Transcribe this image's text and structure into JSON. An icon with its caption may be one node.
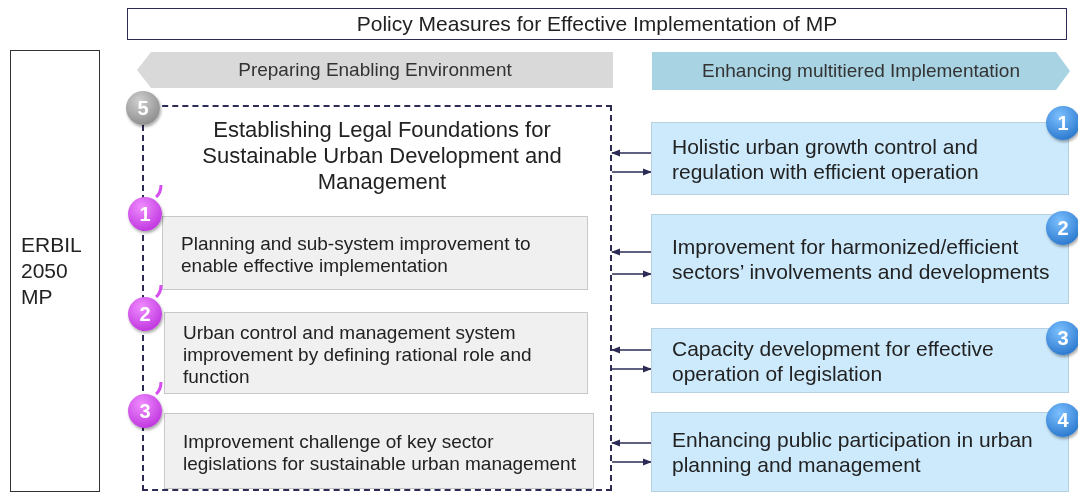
{
  "diagram": {
    "title": "Policy Measures for Effective Implementation of MP",
    "nodes": [
      {
        "text": [
          "ERBIL 2050 MP"
        ]
      },
      {
        "text": [
          "Preparing Enabling Environment"
        ]
      },
      {
        "text": [
          "Enhancing multitiered Implementation"
        ]
      },
      {
        "text": [
          "5"
        ]
      },
      {
        "text": [
          "Establishing Legal Foundations for Sustainable Urban Development and Management"
        ]
      },
      {
        "text": [
          "1"
        ]
      },
      {
        "text": [
          "Planning and sub-system improvement to enable effective implementation"
        ],
        "in": 4
      },
      {
        "text": [
          "2"
        ]
      },
      {
        "text": [
          "Urban control and management system improvement by defining rational role and function"
        ],
        "in": 4
      },
      {
        "text": [
          "3"
        ]
      },
      {
        "text": [
          "Improvement challenge of key sector legislations for sustainable urban management"
        ],
        "in": 4
      },
      {
        "text": [
          "Holistic urban growth control and regulation with efficient operation"
        ]
      },
      {
        "text": [
          "1"
        ]
      },
      {
        "text": [
          "Improvement for harmonized/efficient sectors’ involvements and developments"
        ]
      },
      {
        "text": [
          "2"
        ]
      },
      {
        "text": [
          "Capacity development for effective operation of legislation"
        ]
      },
      {
        "text": [
          "3"
        ]
      },
      {
        "text": [
          "Enhancing public participation in urban planning and management"
        ]
      },
      {
        "text": [
          "4"
        ]
      }
    ],
    "edges": [
      {
        "from": 11,
        "to": 4,
        "arrow": "to"
      },
      {
        "from": 4,
        "to": 11,
        "arrow": "to"
      },
      {
        "from": 13,
        "to": 4,
        "arrow": "to"
      },
      {
        "from": 4,
        "to": 13,
        "arrow": "to"
      },
      {
        "from": 15,
        "to": 4,
        "arrow": "to"
      },
      {
        "from": 4,
        "to": 15,
        "arrow": "to"
      },
      {
        "from": 17,
        "to": 4,
        "arrow": "to"
      },
      {
        "from": 4,
        "to": 17,
        "arrow": "to"
      }
    ]
  }
}
